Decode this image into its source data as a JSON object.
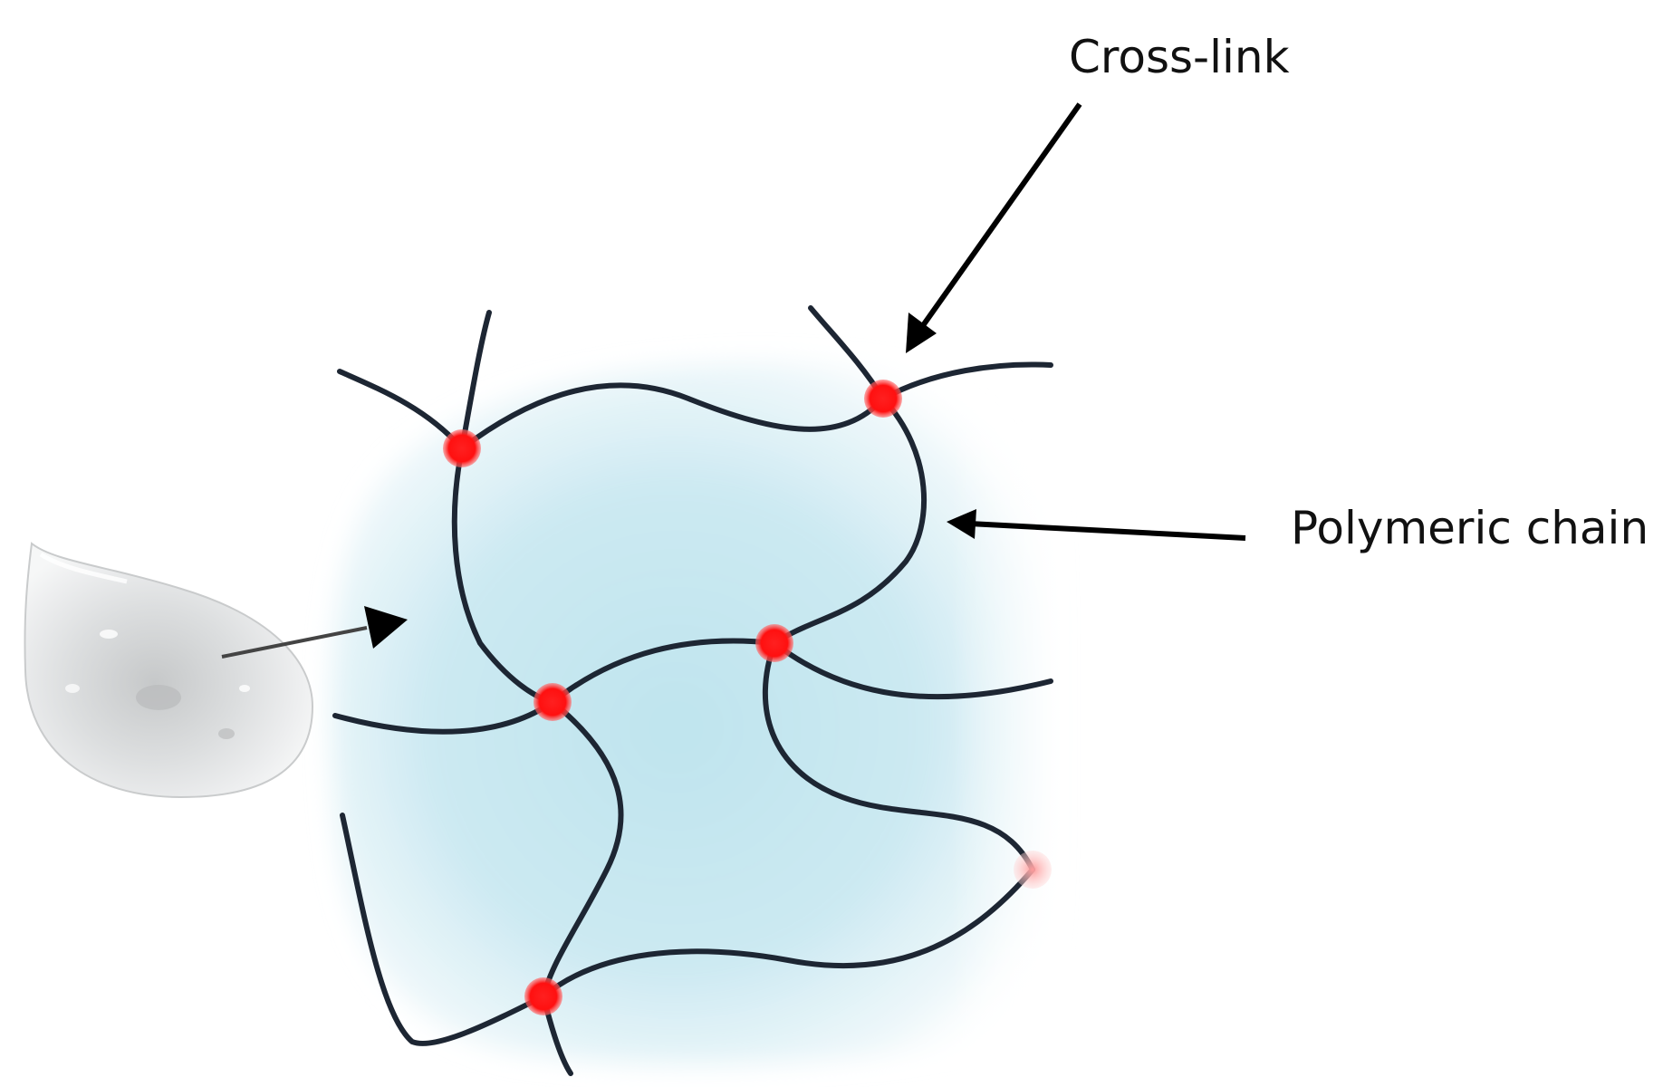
{
  "labels": {
    "crosslink": "Cross-link",
    "polymeric_chain": "Polymeric chain"
  },
  "colors": {
    "background": "#ffffff",
    "hydrogel_fill": "#bfe4ee",
    "polymer_chain": "#1d2633",
    "crosslink_node": "#ff1f1f",
    "arrow": "#000000",
    "water_droplet": "#d7d9da"
  },
  "elements": {
    "water_droplet": "water-droplet-icon",
    "crosslink_count": 6
  }
}
